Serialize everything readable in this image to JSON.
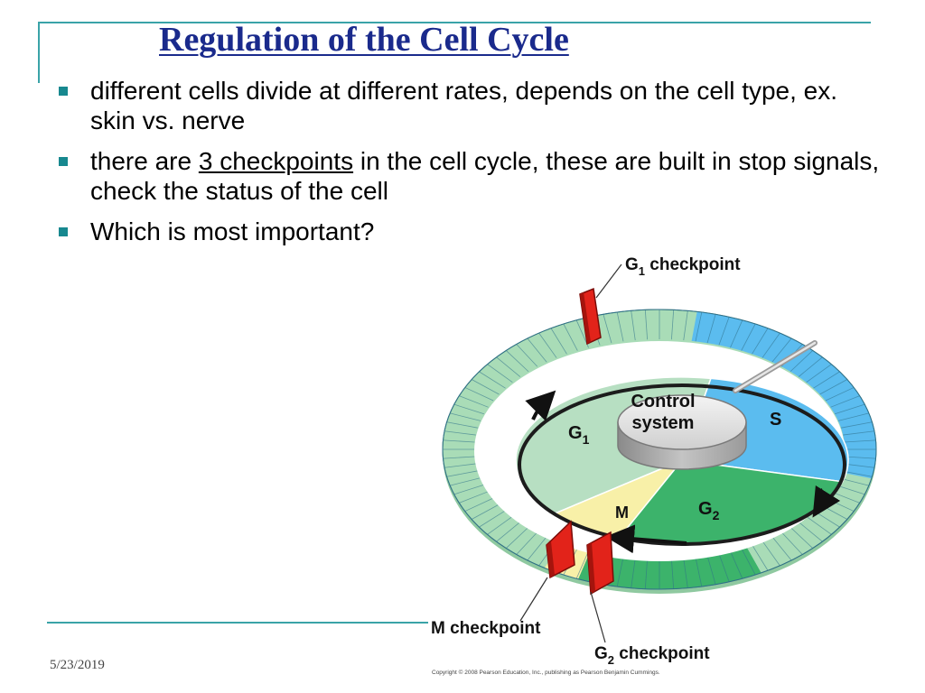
{
  "slide": {
    "title": "Regulation of the Cell Cycle",
    "bullets": [
      {
        "text": "different cells divide at different rates, depends on the cell type, ex. skin vs. nerve"
      },
      {
        "before": "there are ",
        "underlined": "3 checkpoints",
        "after": " in the cell cycle, these are built in stop signals, check the status of the cell"
      },
      {
        "text": "Which is most important?"
      }
    ],
    "date": "5/23/2019"
  },
  "diagram": {
    "control_line1": "Control",
    "control_line2": "system",
    "phases": {
      "g1": "G",
      "g1_sub": "1",
      "s": "S",
      "g2": "G",
      "g2_sub": "2",
      "m": "M"
    },
    "checkpoints": {
      "g1": {
        "letter": "G",
        "sub": "1",
        "rest": " checkpoint"
      },
      "m": {
        "label": "M checkpoint"
      },
      "g2": {
        "letter": "G",
        "sub": "2",
        "rest": " checkpoint"
      }
    },
    "copyright": "Copyright © 2008 Pearson Education, Inc., publishing as Pearson Benjamin Cummings.",
    "colors": {
      "g1": "#b7dfc2",
      "s": "#5bbcef",
      "g2": "#3cb36b",
      "m": "#f8f0a8",
      "checkpoint": "#e2231a",
      "ring_green": "#a9dcb7",
      "ring_blue": "#5bbcef",
      "title": "#1a2a8c",
      "accent": "#3aa3a8"
    }
  }
}
